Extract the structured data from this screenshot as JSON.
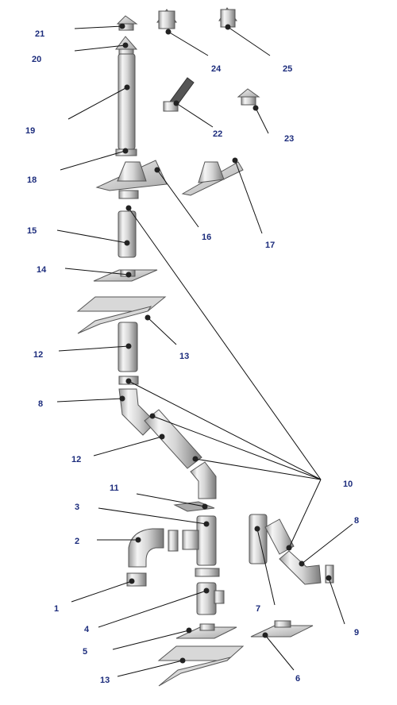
{
  "colors": {
    "label": "#1c2c7c",
    "metal_light": "#f2f2f2",
    "metal_dark": "#8a8a8a",
    "line": "#111111"
  },
  "labels": {
    "n1": "1",
    "n2": "2",
    "n3": "3",
    "n4": "4",
    "n5": "5",
    "n6": "6",
    "n7": "7",
    "n8a": "8",
    "n8b": "8",
    "n9": "9",
    "n10": "10",
    "n11": "11",
    "n12a": "12",
    "n12b": "12",
    "n13a": "13",
    "n13b": "13",
    "n14": "14",
    "n15": "15",
    "n16": "16",
    "n17": "17",
    "n18": "18",
    "n19": "19",
    "n20": "20",
    "n21": "21",
    "n22": "22",
    "n23": "23",
    "n24": "24",
    "n25": "25"
  }
}
